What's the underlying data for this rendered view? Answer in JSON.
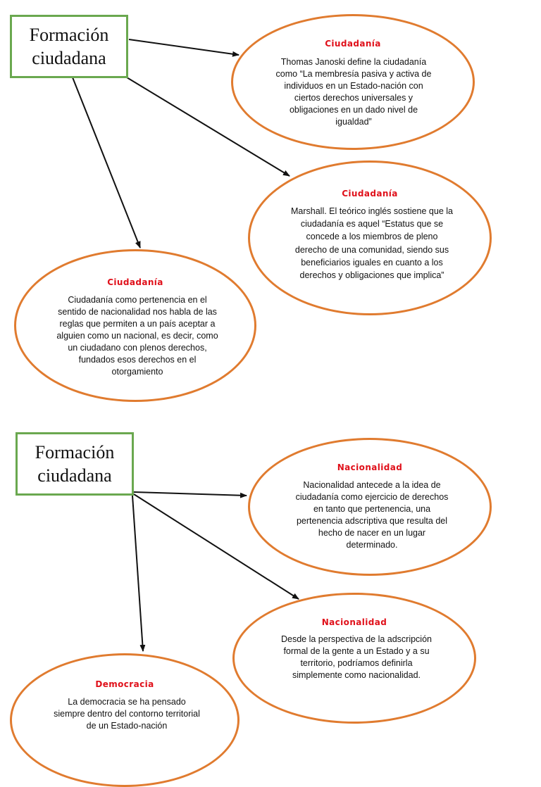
{
  "colors": {
    "box_border": "#6aa84f",
    "ellipse_border": "#e07b2f",
    "title_red": "#e0101a",
    "arrow": "#111111"
  },
  "diagram1": {
    "root": "Formación\nciudadana",
    "nodes": [
      {
        "title": "Ciudadanía",
        "text": "Thomas Janoski define la ciudadanía como “La membresía pasiva y activa de individuos en un Estado-nación con ciertos derechos universales y obligaciones en un dado nivel de igualdad”"
      },
      {
        "title": "Ciudadanía",
        "text": "Marshall. El teórico inglés sostiene que la ciudadanía es aquel “Estatus que se concede a los miembros de pleno derecho de una comunidad, siendo sus beneficiarios iguales en cuanto a los derechos y obligaciones que implica”"
      },
      {
        "title": "Ciudadanía",
        "text": "Ciudadanía como pertenencia en el sentido de nacionalidad nos habla de las reglas que permiten a un país aceptar a alguien como un nacional, es decir, como un ciudadano con plenos derechos, fundados esos derechos en el otorgamiento"
      }
    ]
  },
  "diagram2": {
    "root": "Formación\nciudadana",
    "nodes": [
      {
        "title": "Nacionalidad",
        "text": "Nacionalidad antecede a la idea de ciudadanía como ejercicio de derechos en tanto que pertenencia, una pertenencia adscriptiva que resulta del hecho de nacer en un lugar determinado."
      },
      {
        "title": "Nacionalidad",
        "text": "Desde la perspectiva de la adscripción formal de la gente a un Estado y a su territorio, podríamos definirla simplemente como nacionalidad."
      },
      {
        "title": "Democracia",
        "text": "La democracia se ha pensado siempre dentro del contorno territorial de un Estado-nación"
      }
    ]
  }
}
